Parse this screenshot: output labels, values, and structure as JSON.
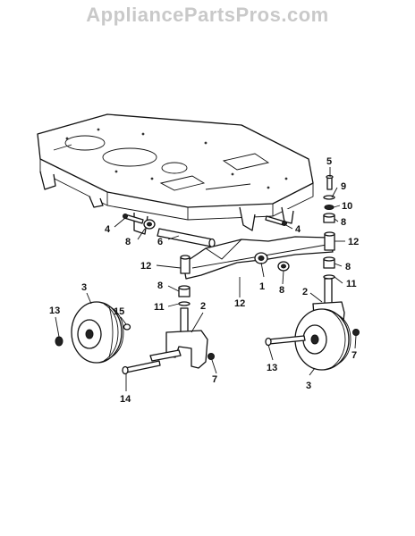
{
  "watermark": "AppliancePartsPros.com",
  "callouts": {
    "c1": "1",
    "c2a": "2",
    "c2b": "2",
    "c3a": "3",
    "c3b": "3",
    "c4a": "4",
    "c4b": "4",
    "c5": "5",
    "c6": "6",
    "c7a": "7",
    "c7b": "7",
    "c8a": "8",
    "c8b": "8",
    "c8c": "8",
    "c8d": "8",
    "c8e": "8",
    "c9": "9",
    "c10": "10",
    "c11a": "11",
    "c11b": "11",
    "c12a": "12",
    "c12b": "12",
    "c12c": "12",
    "c13a": "13",
    "c13b": "13",
    "c14": "14",
    "c15": "15"
  }
}
